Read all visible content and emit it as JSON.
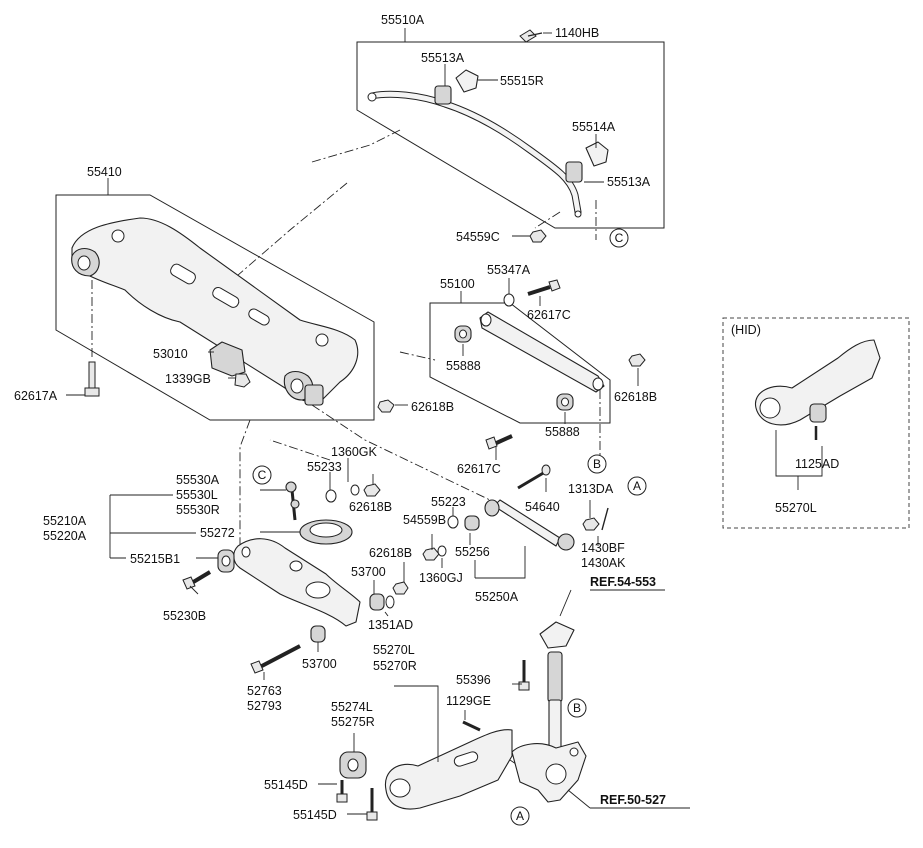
{
  "labels": {
    "l55510A": "55510A",
    "l1140HB": "1140HB",
    "l55513A_top": "55513A",
    "l55515R": "55515R",
    "l55514A": "55514A",
    "l55513A_right": "55513A",
    "l54559C": "54559C",
    "l55410": "55410",
    "l55347A": "55347A",
    "l55100": "55100",
    "l62617C_top": "62617C",
    "l55888_left": "55888",
    "l55888_right": "55888",
    "l62618B_right": "62618B",
    "l53010": "53010",
    "l1339GB": "1339GB",
    "l62617A": "62617A",
    "l62618B_mid": "62618B",
    "l62617C_bottom": "62617C",
    "l1360GK": "1360GK",
    "l55233": "55233",
    "l55530A": "55530A",
    "l55530L": "55530L",
    "l55530R": "55530R",
    "l62618B_left": "62618B",
    "l55210A": "55210A",
    "l55220A": "55220A",
    "l55272": "55272",
    "l55215B1": "55215B1",
    "l55230B": "55230B",
    "l54640": "54640",
    "l1313DA": "1313DA",
    "l55223": "55223",
    "l54559B": "54559B",
    "l55256": "55256",
    "l1430BF": "1430BF",
    "l1430AK": "1430AK",
    "l62618B_low": "62618B",
    "l1360GJ": "1360GJ",
    "l53700_top": "53700",
    "l55250A": "55250A",
    "l1351AD": "1351AD",
    "l53700_bottom": "53700",
    "l52763": "52763",
    "l52793": "52793",
    "l55270L": "55270L",
    "l55270R": "55270R",
    "l55396": "55396",
    "l1129GE": "1129GE",
    "l55274L": "55274L",
    "l55275R": "55275R",
    "l55145D_top": "55145D",
    "l55145D_bottom": "55145D",
    "ref_54_553": "REF.54-553",
    "ref_50_527": "REF.50-527",
    "hid_title": "(HID)",
    "l1125AD": "1125AD",
    "l55270L_hid": "55270L"
  },
  "callouts": {
    "A": "A",
    "B": "B",
    "C": "C"
  }
}
